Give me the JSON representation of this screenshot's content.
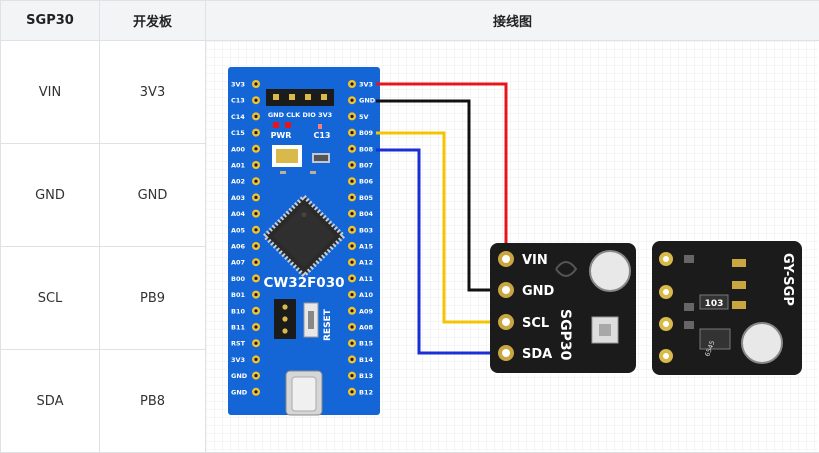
{
  "headers": [
    "SGP30",
    "开发板",
    "接线图"
  ],
  "rows": [
    {
      "sensor": "VIN",
      "board": "3V3"
    },
    {
      "sensor": "GND",
      "board": "GND"
    },
    {
      "sensor": "SCL",
      "board": "PB9"
    },
    {
      "sensor": "SDA",
      "board": "PB8"
    }
  ],
  "board": {
    "name": "CW32F030",
    "reset_label": "RESET",
    "pwr_label": "PWR",
    "c13_label": "C13",
    "swd_labels": [
      "GND",
      "CLK",
      "DIO",
      "3V3"
    ],
    "left_pins": [
      "3V3",
      "C13",
      "C14",
      "C15",
      "A00",
      "A01",
      "A02",
      "A03",
      "A04",
      "A05",
      "A06",
      "A07",
      "B00",
      "B01",
      "B10",
      "B11",
      "RST",
      "3V3",
      "GND",
      "GND"
    ],
    "right_pins": [
      "3V3",
      "GND",
      "5V",
      "B09",
      "B08",
      "B07",
      "B06",
      "B05",
      "B04",
      "B03",
      "A15",
      "A12",
      "A11",
      "A10",
      "A09",
      "A08",
      "B15",
      "B14",
      "B13",
      "B12"
    ],
    "color": "#1466d6"
  },
  "sensor_module": {
    "name": "SGP30",
    "pins": [
      "VIN",
      "GND",
      "SCL",
      "SDA"
    ],
    "back_label": "GY-SGP",
    "chip_label": "103",
    "chip2_label": "6545"
  },
  "wire_colors": {
    "vin": "#e8141b",
    "gnd": "#111111",
    "scl": "#f5c400",
    "sda": "#1a2fd6"
  }
}
